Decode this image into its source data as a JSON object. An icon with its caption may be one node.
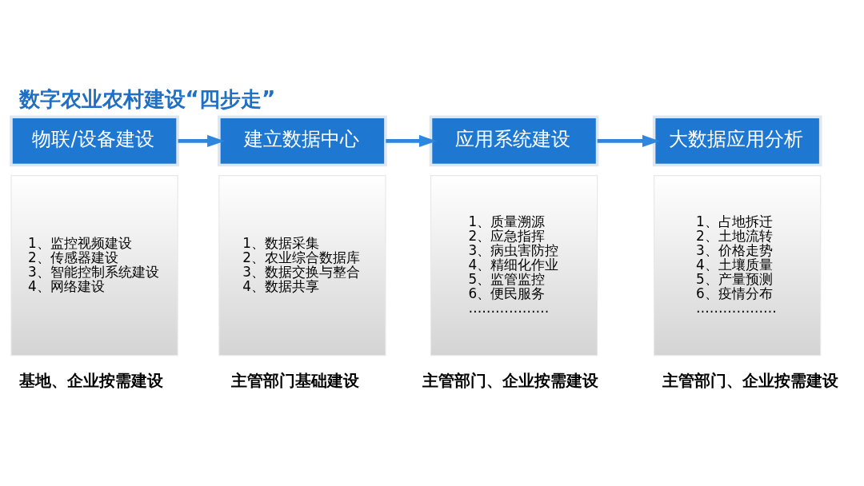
{
  "diagram": {
    "title": "数字农业农村建设“四步走”",
    "nodes": [
      {
        "text": [
          "物联/设备建设"
        ]
      },
      {
        "text": [
          "1、监控视频建设",
          "2、传感器建设",
          "3、智能控制系统建设",
          "4、网络建设"
        ],
        "beside": [
          "基地、企业按需建设"
        ]
      },
      {
        "text": [
          "建立数据中心"
        ]
      },
      {
        "text": [
          "1、数据采集",
          "2、农业综合数据库",
          "3、数据交换与整合",
          "4、数据共享"
        ],
        "beside": [
          "主管部门基础建设"
        ]
      },
      {
        "text": [
          "应用系统建设"
        ]
      },
      {
        "text": [
          "1、质量溯源",
          "2、应急指挥",
          "3、病虫害防控",
          "4、精细化作业",
          "5、监管监控",
          "6、便民服务",
          "………………"
        ],
        "beside": [
          "主管部门、企业按需建设"
        ]
      },
      {
        "text": [
          "大数据应用分析"
        ]
      },
      {
        "text": [
          "1、占地拆迁",
          "2、土地流转",
          "3、价格走势",
          "4、土壤质量",
          "5、产量预测",
          "6、疫情分布",
          "………………"
        ],
        "beside": [
          "主管部门、企业按需建设"
        ]
      }
    ],
    "edges": [
      {
        "from": 0,
        "to": 2,
        "arrow": "to"
      },
      {
        "from": 2,
        "to": 4,
        "arrow": "to"
      },
      {
        "from": 4,
        "to": 6,
        "arrow": "to"
      }
    ]
  }
}
